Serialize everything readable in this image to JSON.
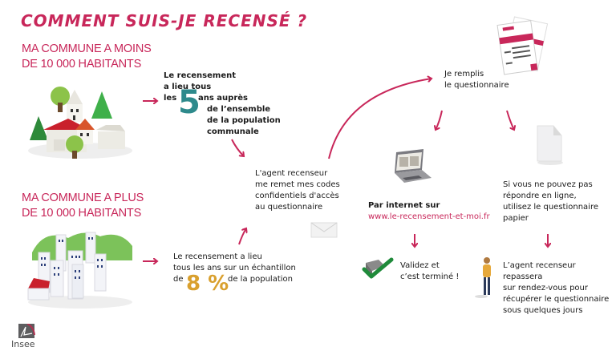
{
  "title": "COMMENT SUIS-JE RECENSÉ ?",
  "colors": {
    "accent": "#c8275a",
    "teal": "#2e8a8c",
    "gold": "#d9a02e",
    "check": "#1f8a3a"
  },
  "small_commune": {
    "heading_line1": "MA COMMUNE A MOINS",
    "heading_line2": "DE 10 000 HABITANTS",
    "text_line1": "Le recensement",
    "text_line2": "a lieu tous",
    "text_les": "les",
    "big_number": "5",
    "text_line3": "ans auprès",
    "text_line4": "de l’ensemble",
    "text_line5": "de la population",
    "text_line6": "communale",
    "illustration": "village-icon"
  },
  "large_commune": {
    "heading_line1": "MA COMMUNE A PLUS",
    "heading_line2": "DE 10 000 HABITANTS",
    "text_line1": "Le recensement a lieu",
    "text_line2": "tous les ans sur un échantillon",
    "text_de": "de",
    "big_number": "8 %",
    "text_line3": "de la population",
    "illustration": "city-icon"
  },
  "agent_step": {
    "line1": "L'agent recenseur",
    "line2": "me remet mes codes",
    "line3": "confidentiels d'accès",
    "line4": "au questionnaire",
    "icon": "envelope-icon"
  },
  "fill_step": {
    "line1": "Je remplis",
    "line2": "le questionnaire",
    "icon": "questionnaire-icon"
  },
  "internet_option": {
    "label": "Par internet sur",
    "url": "www.le-recensement-et-moi.fr",
    "icon": "laptop-icon",
    "result_line1": "Validez et",
    "result_line2": "c’est terminé !",
    "result_icon": "checkmark-icon"
  },
  "paper_option": {
    "line1": "Si vous ne pouvez pas",
    "line2": "répondre en ligne,",
    "line3": "utilisez le questionnaire",
    "line4": "papier",
    "icon": "paper-sheet-icon",
    "result_line1": "L’agent recenseur repassera",
    "result_line2": "sur rendez-vous pour",
    "result_line3": "récupérer le questionnaire",
    "result_line4": "sous quelques jours",
    "result_icon": "agent-person-icon"
  },
  "logo": {
    "label": "Insee"
  }
}
